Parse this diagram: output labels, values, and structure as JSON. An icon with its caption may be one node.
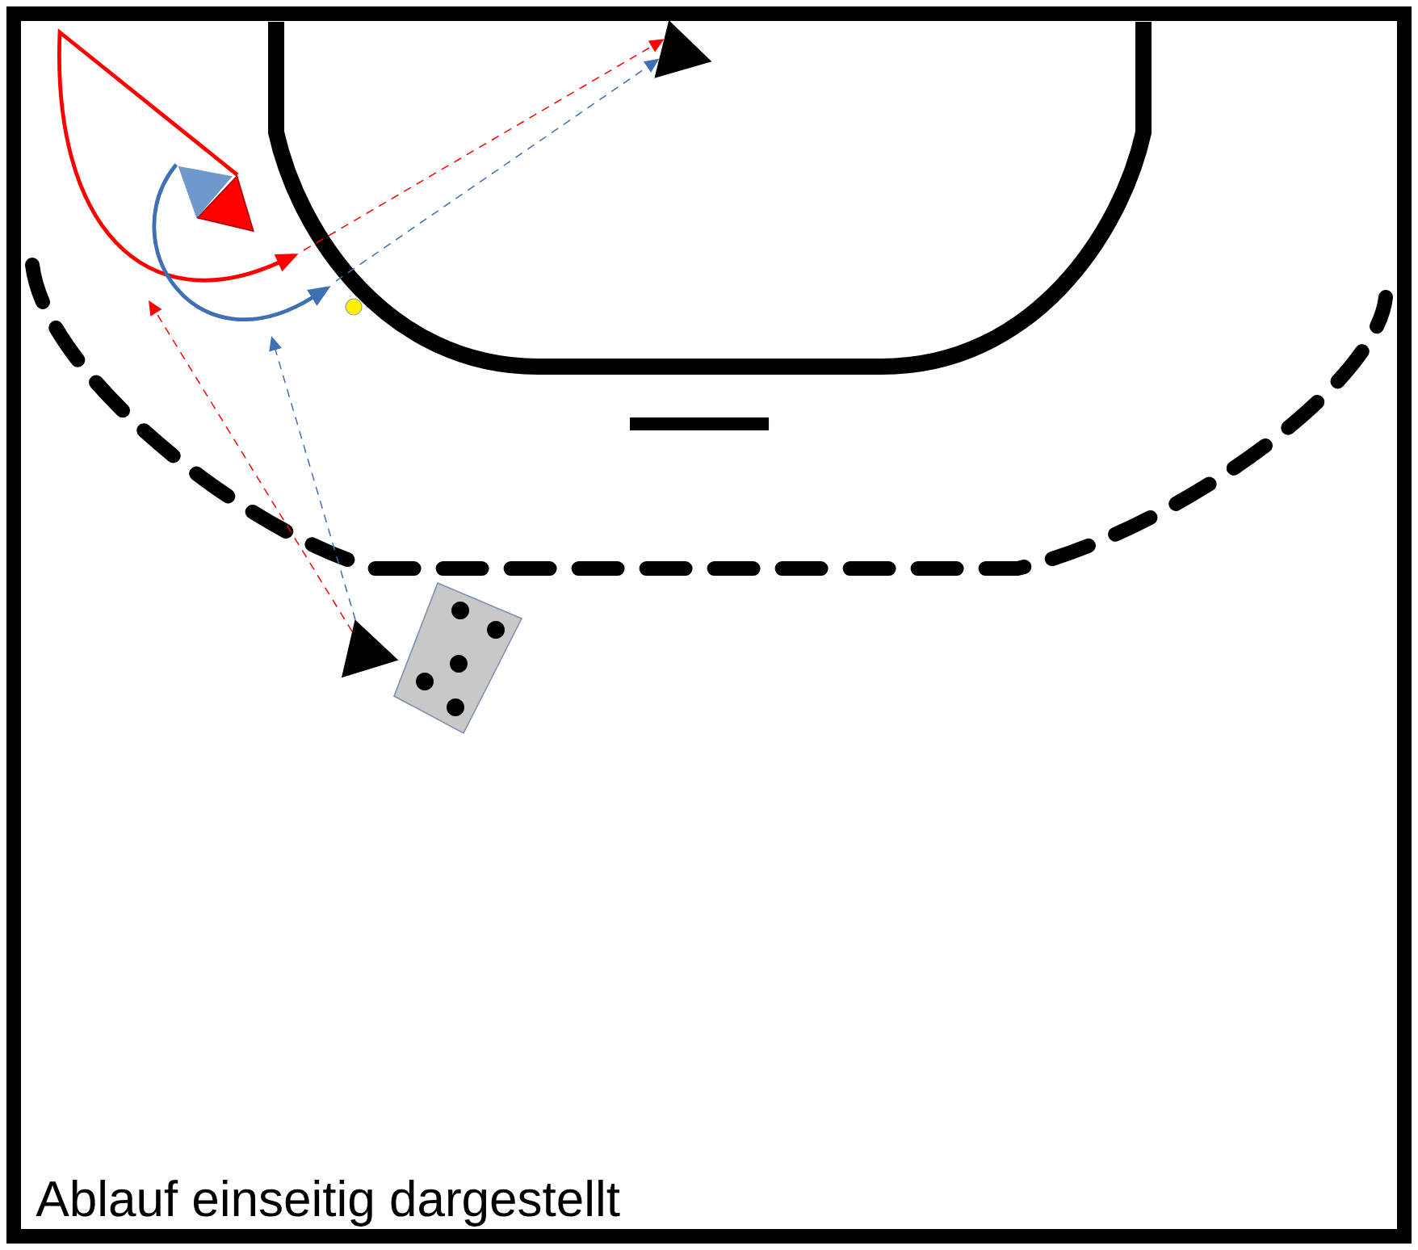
{
  "diagram": {
    "caption": "Ablauf einseitig dargestellt",
    "nodes": [
      {
        "text": [],
        "shape": "triangle"
      },
      {
        "text": [],
        "shape": "triangle"
      },
      {
        "text": [],
        "shape": "triangle"
      },
      {
        "text": [],
        "shape": "triangle"
      }
    ],
    "edges": [
      {
        "from": 1,
        "to": null,
        "arrow": "to",
        "style": "thick",
        "color": "#ff0000"
      },
      {
        "from": 0,
        "to": null,
        "arrow": "to",
        "style": "thick",
        "color": "#3f6fb5"
      },
      {
        "from": null,
        "to": 2,
        "arrow": "to",
        "style": "dashed",
        "color": "#ff0000"
      },
      {
        "from": null,
        "to": 2,
        "arrow": "to",
        "style": "dashed",
        "color": "#3f6fb5"
      },
      {
        "from": 3,
        "to": null,
        "arrow": "to",
        "style": "dashed",
        "color": "#ff0000"
      },
      {
        "from": 3,
        "to": null,
        "arrow": "to",
        "style": "dashed",
        "color": "#3f6fb5"
      }
    ]
  }
}
